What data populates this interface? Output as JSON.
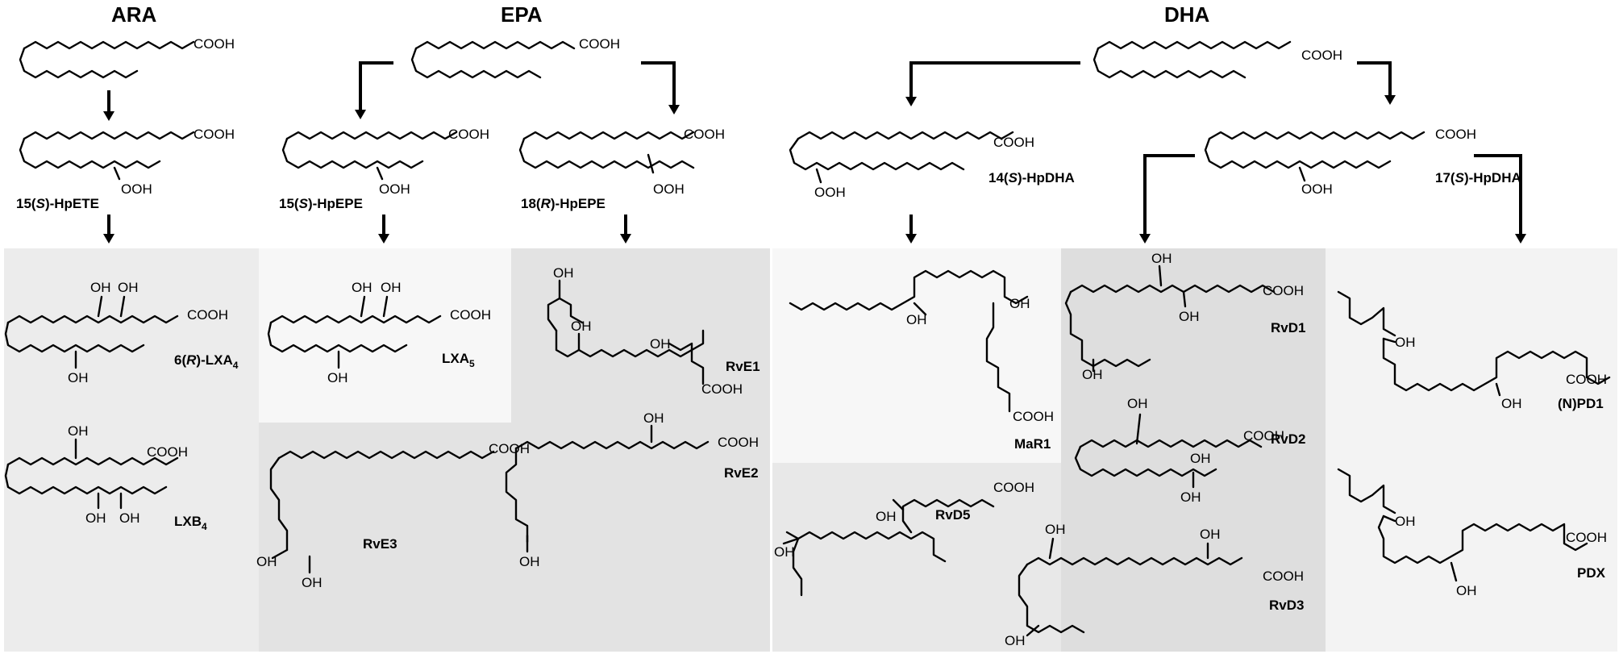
{
  "headers": {
    "ara": "ARA",
    "epa": "EPA",
    "dha": "DHA"
  },
  "groups": {
    "acid": "COOH",
    "hydroxyl": "OH",
    "hydroperoxy": "OOH"
  },
  "intermediates": {
    "hpete15": {
      "label": "15(S)-HpETE",
      "num": "15",
      "conf": "S",
      "rest": "-HpETE"
    },
    "hpepe15": {
      "label": "15(S)-HpEPE",
      "num": "15",
      "conf": "S",
      "rest": "-HpEPE"
    },
    "hpepe18": {
      "label": "18(R)-HpEPE",
      "num": "18",
      "conf": "R",
      "rest": "-HpEPE"
    },
    "hpdha14": {
      "label": "14(S)-HpDHA",
      "num": "14",
      "conf": "S",
      "rest": "-HpDHA"
    },
    "hpdha17": {
      "label": "17(S)-HpDHA",
      "num": "17",
      "conf": "S",
      "rest": "-HpDHA"
    }
  },
  "mediators": {
    "lxa4_6r": {
      "label": "6(R)-LXA4",
      "prefix": "6(",
      "conf": "R",
      "mid": ")-LXA",
      "sub": "4"
    },
    "lxb4": {
      "label": "LXB4",
      "main": "LXB",
      "sub": "4"
    },
    "lxa5": {
      "label": "LXA5",
      "main": "LXA",
      "sub": "5"
    },
    "rve1": "RvE1",
    "rve2": "RvE2",
    "rve3": "RvE3",
    "mar1": "MaR1",
    "rvd5": "RvD5",
    "rvd1": "RvD1",
    "rvd2": "RvD2",
    "rvd3": "RvD3",
    "npd1": "(N)PD1",
    "pdx": "PDX"
  },
  "colors": {
    "panel_light": "#f4f4f4",
    "panel_mid": "#e8e8e8",
    "panel_dark": "#dcdcdc",
    "ink": "#000000"
  }
}
